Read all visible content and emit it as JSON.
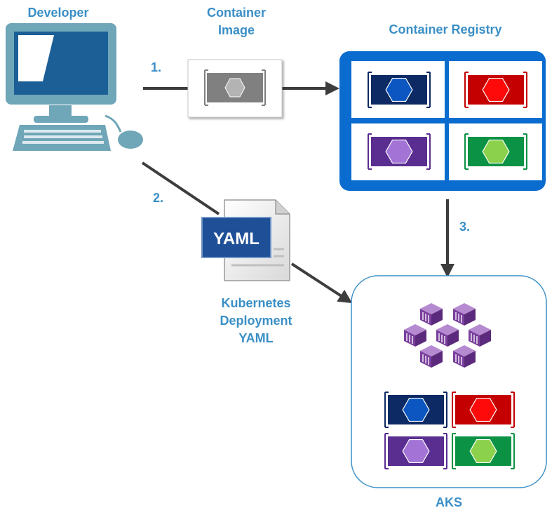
{
  "labels": {
    "developer": "Developer",
    "container_image_line1": "Container",
    "container_image_line2": "Image",
    "container_registry": "Container Registry",
    "kubernetes_yaml_line1": "Kubernetes",
    "kubernetes_yaml_line2": "Deployment",
    "kubernetes_yaml_line3": "YAML",
    "aks": "AKS"
  },
  "steps": {
    "step1": "1.",
    "step2": "2.",
    "step3": "3."
  },
  "yaml_badge": "YAML",
  "colors": {
    "label_blue": "#3a8fc6",
    "registry_blue": "#0a6cce",
    "computer_teal": "#6fa6b8",
    "container_gray": "#808080",
    "container_navy": "#0d2a64",
    "hex_blue": "#0b56c0",
    "container_red": "#c40000",
    "hex_red": "#ff0a0a",
    "container_purple": "#5a2d91",
    "hex_purple": "#a374d6",
    "container_green": "#0c9244",
    "hex_green": "#8cd14c",
    "kube_purple": "#7a3f9d",
    "arrow_gray": "#3d3d3d",
    "aks_border": "#3a8fc6",
    "yaml_badge_blue": "#1f4f97"
  },
  "icons": {
    "developer": "desktop-computer-icon",
    "container_image": "container-image-icon",
    "yaml_file": "yaml-file-icon",
    "kubernetes": "kubernetes-cluster-icon"
  }
}
